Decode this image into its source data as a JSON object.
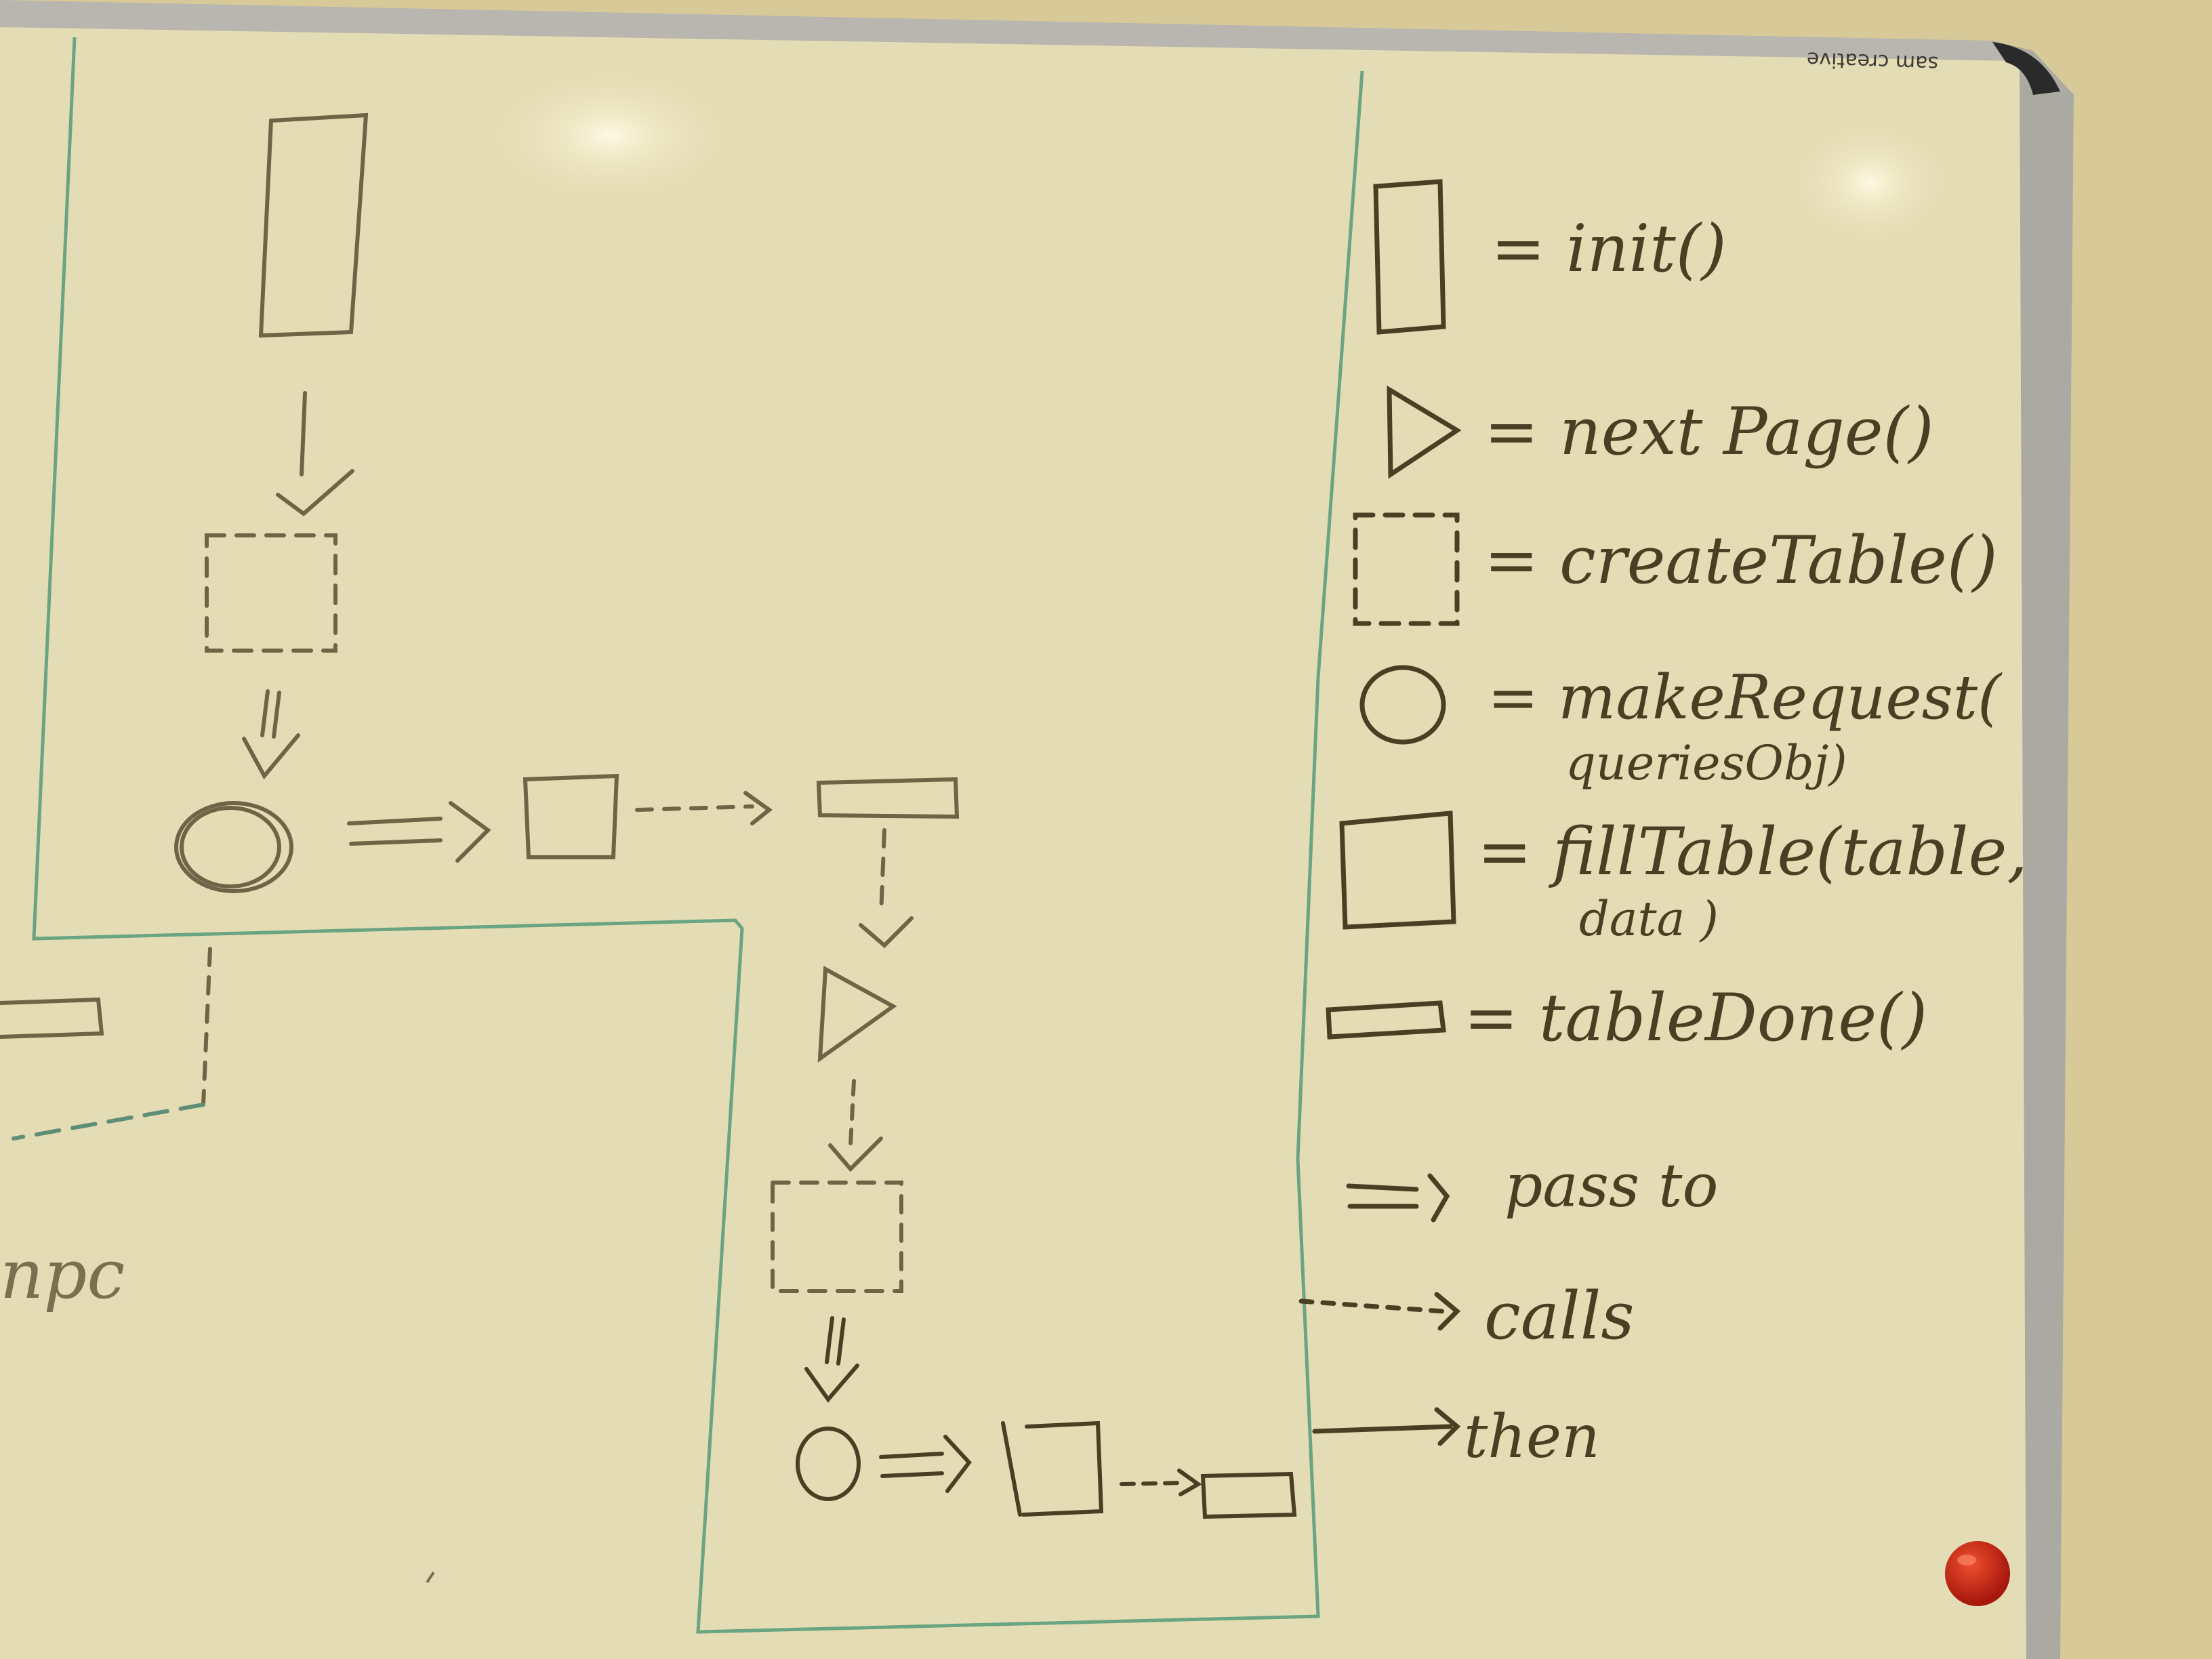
{
  "board": {
    "brand": "sam creative",
    "colors": {
      "wall": "#d8ca98",
      "board": "#e4dcb4",
      "marker_dark": "#4a3f22",
      "marker_faint": "#7a7050",
      "marker_green": "#6aa582",
      "frame": "#a8a8a2",
      "magnet": "#c81e10"
    }
  },
  "legend": {
    "items": [
      {
        "symbol": "tall-rectangle",
        "text": "= init()"
      },
      {
        "symbol": "triangle",
        "text": "= next Page()"
      },
      {
        "symbol": "dashed-square",
        "text": "= createTable()"
      },
      {
        "symbol": "circle",
        "text": "= makeRequest("
      },
      {
        "symbol": "none",
        "text": "queriesObj)"
      },
      {
        "symbol": "square",
        "text": "= fillTable(table,"
      },
      {
        "symbol": "none",
        "text": "data )"
      },
      {
        "symbol": "flat-rectangle",
        "text": "= tableDone()"
      }
    ],
    "arrows": [
      {
        "symbol": "double-arrow",
        "text": "pass to"
      },
      {
        "symbol": "dashed-arrow",
        "text": "calls"
      },
      {
        "symbol": "solid-arrow",
        "text": "then"
      }
    ]
  },
  "stray_text": "npc"
}
